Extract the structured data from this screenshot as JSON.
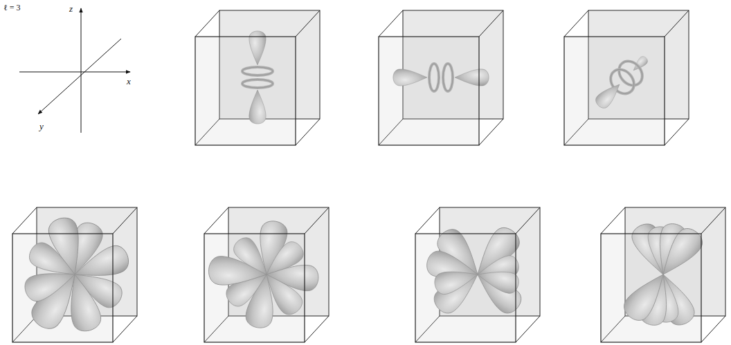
{
  "diagram": {
    "labels": [
      "ℓ = 3",
      "z",
      "x",
      "y"
    ]
  }
}
